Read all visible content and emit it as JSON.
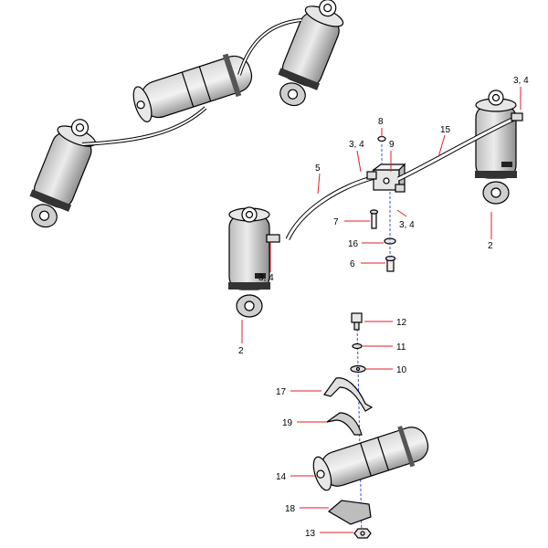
{
  "diagram": {
    "callouts": {
      "c1": "3, 4",
      "c2": "8",
      "c3": "3, 4",
      "c4": "9",
      "c5": "15",
      "c6": "5",
      "c7": "7",
      "c8": "3, 4",
      "c9": "16",
      "c10": "6",
      "c11": "2",
      "c12": "3, 4",
      "c13": "2",
      "c14": "12",
      "c15": "11",
      "c16": "10",
      "c17": "17",
      "c18": "19",
      "c19": "14",
      "c20": "18",
      "c21": "13"
    },
    "colors": {
      "leader": "#e11d2a",
      "cylinder_body": "#dcdcdc",
      "cylinder_shade": "#a9a9a9",
      "outline": "#000000",
      "axis": "#3b4fd6"
    }
  }
}
